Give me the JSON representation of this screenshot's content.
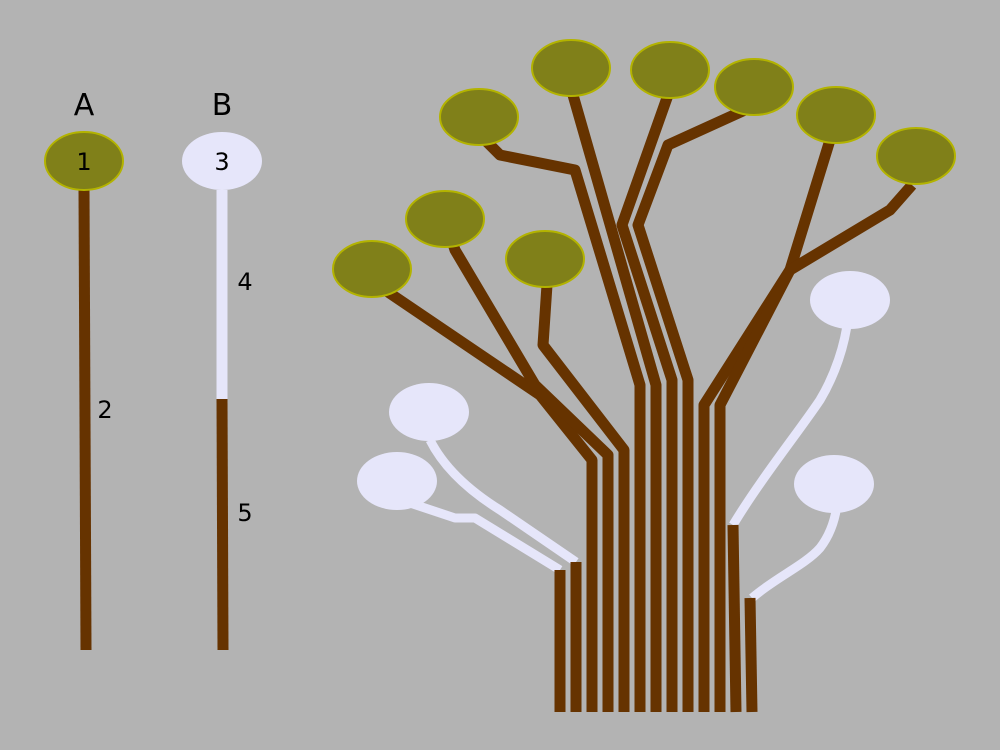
{
  "colors": {
    "background": "#b3b3b3",
    "stem": "#663300",
    "olive_fill": "#808019",
    "olive_stroke": "#b3b300",
    "pale": "#e6e6fa"
  },
  "panels": {
    "a": {
      "letter": "A",
      "head_number": "1",
      "stem_number": "2"
    },
    "b": {
      "letter": "B",
      "head_number": "3",
      "upper_stem_number": "4",
      "lower_stem_number": "5"
    }
  }
}
